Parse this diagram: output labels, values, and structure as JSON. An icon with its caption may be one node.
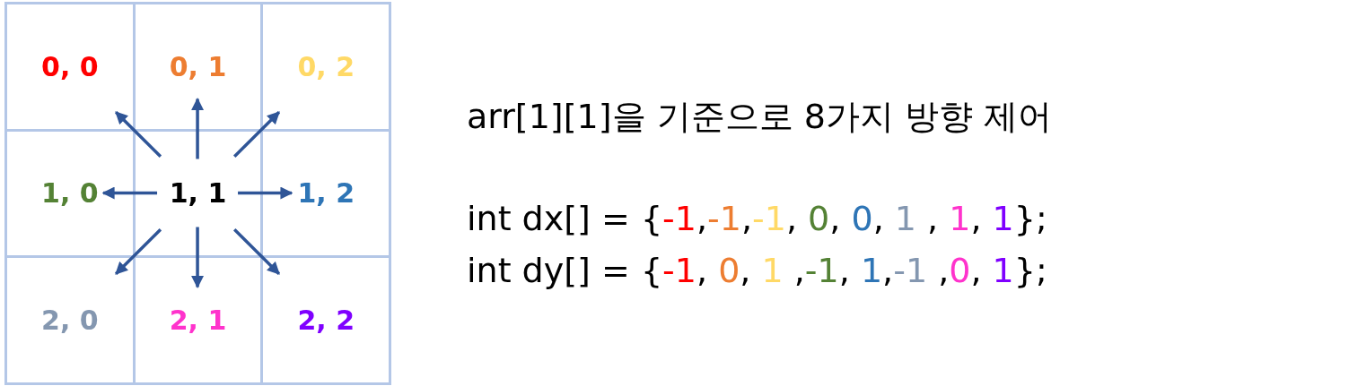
{
  "diagram": {
    "nodes": [
      {
        "text": [
          "0, 0"
        ]
      },
      {
        "text": [
          "0, 1"
        ]
      },
      {
        "text": [
          "0, 2"
        ]
      },
      {
        "text": [
          "1, 0"
        ]
      },
      {
        "text": [
          "1, 1"
        ]
      },
      {
        "text": [
          "1, 2"
        ]
      },
      {
        "text": [
          "2, 0"
        ]
      },
      {
        "text": [
          "2, 1"
        ]
      },
      {
        "text": [
          "2, 2"
        ]
      }
    ],
    "edges": [
      {
        "from": 4,
        "to": 0,
        "arrow": "to"
      },
      {
        "from": 4,
        "to": 1,
        "arrow": "to"
      },
      {
        "from": 4,
        "to": 2,
        "arrow": "to"
      },
      {
        "from": 4,
        "to": 3,
        "arrow": "to"
      },
      {
        "from": 4,
        "to": 5,
        "arrow": "to"
      },
      {
        "from": 4,
        "to": 6,
        "arrow": "to"
      },
      {
        "from": 4,
        "to": 7,
        "arrow": "to"
      },
      {
        "from": 4,
        "to": 8,
        "arrow": "to"
      }
    ],
    "labels": [
      "arr[1][1]을 기준으로 8가지 방향 제어",
      "int dx[] = {-1,-1,-1, 0, 0, 1 , 1, 1};",
      "int dy[] = {-1, 0, 1 ,-1, 1,-1 ,0, 1};"
    ]
  }
}
